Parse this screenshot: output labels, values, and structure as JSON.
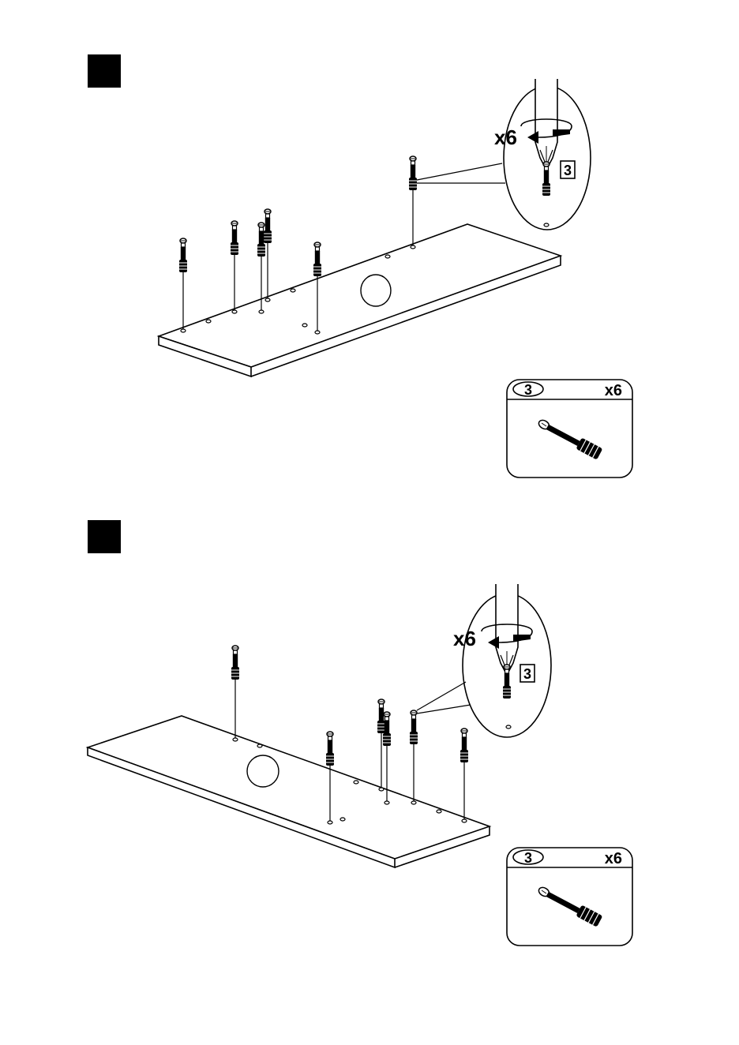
{
  "steps": [
    {
      "quantity_label": "x6",
      "callout_part_number": "3",
      "parts_box": {
        "part_number": "3",
        "quantity": "x6"
      }
    },
    {
      "quantity_label": "x6",
      "callout_part_number": "3",
      "parts_box": {
        "part_number": "3",
        "quantity": "x6"
      }
    }
  ],
  "colors": {
    "ink": "#000000",
    "paper": "#ffffff"
  },
  "icons": [
    "step-marker",
    "screwdriver-icon",
    "rotate-arrow-icon",
    "cam-dowel-icon"
  ]
}
